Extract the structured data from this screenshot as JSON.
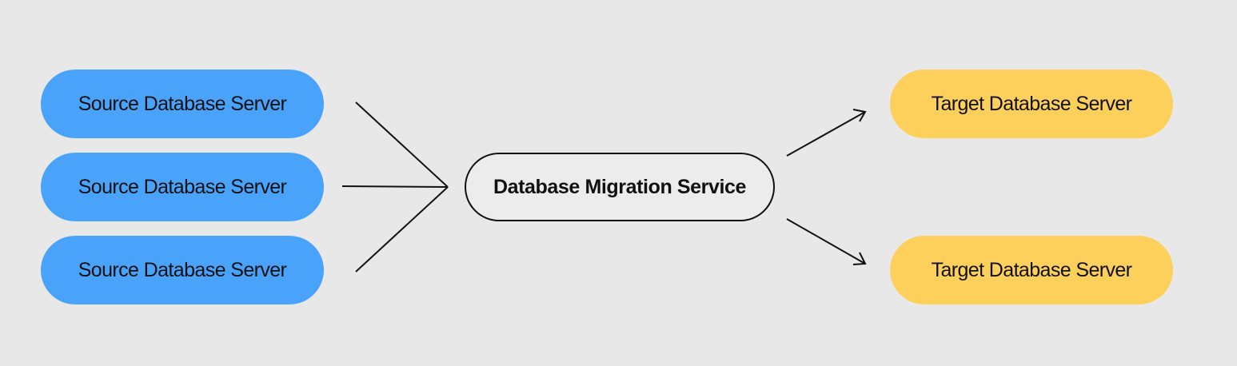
{
  "colors": {
    "background": "#e8e8e8",
    "source": "#4aa3fb",
    "service": "#ececec",
    "target": "#fdd05c",
    "stroke": "#111111"
  },
  "sources": [
    {
      "label": "Source Database Server"
    },
    {
      "label": "Source Database Server"
    },
    {
      "label": "Source Database Server"
    }
  ],
  "service": {
    "label": "Database Migration Service"
  },
  "targets": [
    {
      "label": "Target Database Server"
    },
    {
      "label": "Target Database Server"
    }
  ]
}
